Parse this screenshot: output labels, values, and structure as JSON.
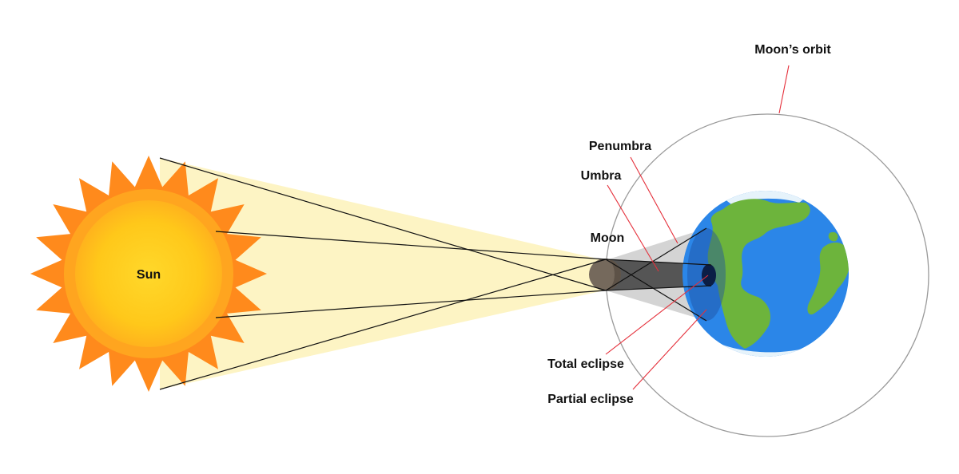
{
  "labels": {
    "sun": "Sun",
    "moon": "Moon",
    "moons_orbit": "Moon’s orbit",
    "penumbra": "Penumbra",
    "umbra": "Umbra",
    "total_eclipse": "Total eclipse",
    "partial_eclipse": "Partial eclipse"
  },
  "colors": {
    "sun_rays": "#ff8a1c",
    "sun_body_outer": "#ffa51f",
    "sun_body_inner": "#ffd21a",
    "light_beam": "#fdf4c4",
    "moon": "#75695c",
    "umbra_shadow": "#555555",
    "penumbra_shadow": "#cfcfcf",
    "earth_ocean": "#2b86e8",
    "earth_land": "#6db43c",
    "earth_ice": "#e6f3fb",
    "leader_line": "#e5303b",
    "orbit": "#9a9a9a"
  },
  "icons": {
    "sun": "sun-icon",
    "moon": "moon-icon",
    "earth": "earth-icon"
  }
}
